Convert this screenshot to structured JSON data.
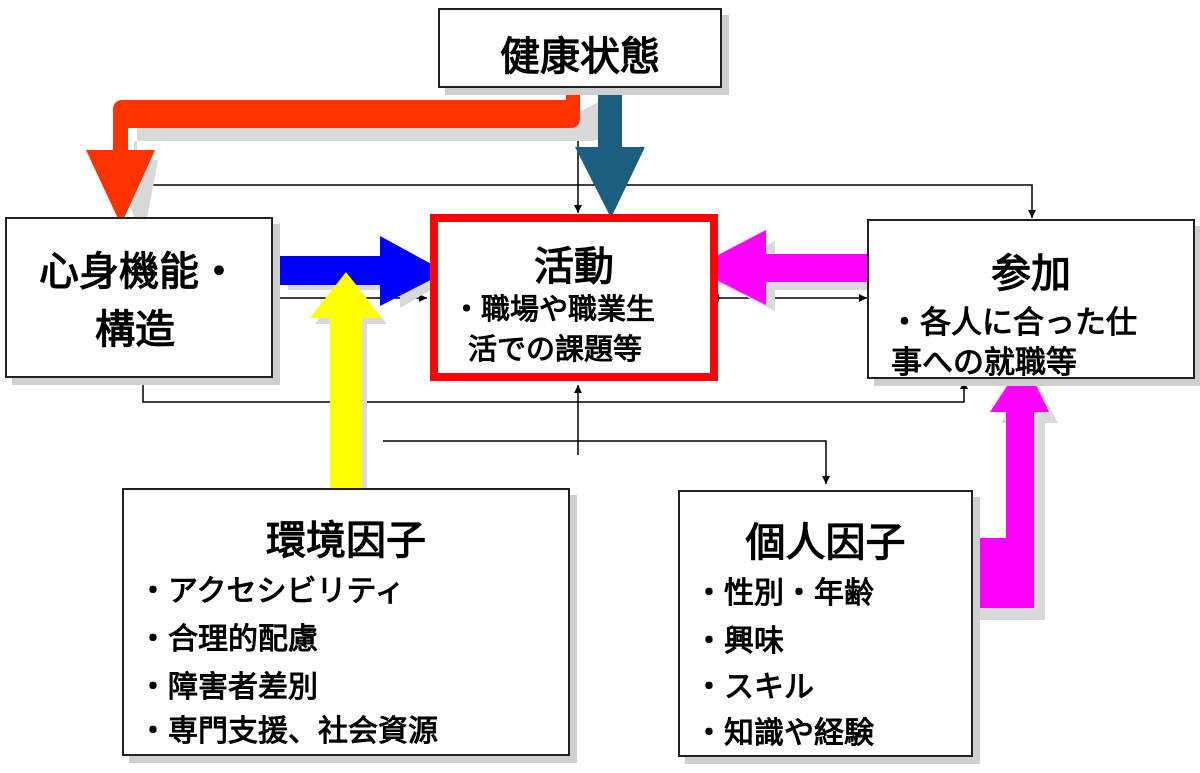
{
  "nodes": {
    "health": {
      "title": "健康状態"
    },
    "body": {
      "title_line1": "心身機能・",
      "title_line2": "構造"
    },
    "activity": {
      "title": "活動",
      "line1": "・職場や職業生",
      "line2": "活での課題等"
    },
    "participation": {
      "title": "参加",
      "line1": "・各人に合った仕",
      "line2": "事への就職等"
    },
    "environment": {
      "title": "環境因子",
      "items": [
        "・アクセシビリティ",
        "・合理的配慮",
        "・障害者差別",
        "・専門支援、社会資源"
      ]
    },
    "personal": {
      "title": "個人因子",
      "items": [
        "・性別・年齢",
        "・興味",
        "・スキル",
        "・知識や経験"
      ]
    }
  },
  "colors": {
    "health_to_body_arrow": "#ff3300",
    "health_to_activity_arrow": "#1b5f80",
    "body_to_activity_arrow": "#0000ff",
    "participation_to_activity_arrow": "#ff00ff",
    "environment_arrow": "#ffff00",
    "personal_arrow": "#ff00ff",
    "activity_border": "#ff0000"
  }
}
